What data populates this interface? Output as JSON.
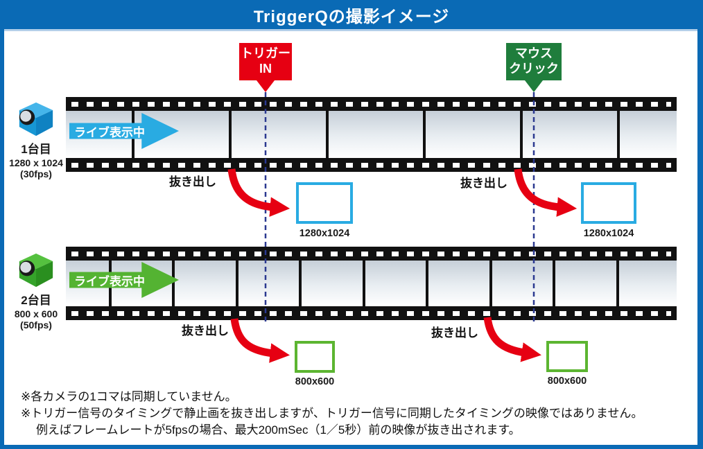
{
  "title": "TriggerQの撮影イメージ",
  "colors": {
    "title_bar_blue": "#0a6ab5",
    "accent_red": "#e60012",
    "accent_dark_green": "#1f7d3c",
    "camera1_cyan": "#29abe2",
    "camera2_green": "#5cb531",
    "dashed_line_navy": "#2b3990",
    "film_black": "#111111"
  },
  "markers": {
    "trigger_in": {
      "line1": "トリガー",
      "line2": "IN"
    },
    "mouse_click": {
      "line1": "マウス",
      "line2": "クリック"
    }
  },
  "cameras": [
    {
      "name": "1台目",
      "resolution": "1280 x 1024",
      "fps": "(30fps)",
      "live_label": "ライブ表示中"
    },
    {
      "name": "2台目",
      "resolution": "800 x 600",
      "fps": "(50fps)",
      "live_label": "ライブ表示中"
    }
  ],
  "extractions": [
    {
      "label": "抜き出し",
      "output_size": "1280x1024"
    },
    {
      "label": "抜き出し",
      "output_size": "1280x1024"
    },
    {
      "label": "抜き出し",
      "output_size": "800x600"
    },
    {
      "label": "抜き出し",
      "output_size": "800x600"
    }
  ],
  "notes": [
    "※各カメラの1コマは同期していません。",
    "※トリガー信号のタイミングで静止画を抜き出しますが、トリガー信号に同期したタイミングの映像ではありません。",
    "例えばフレームレートが5fpsの場合、最大200mSec（1／5秒）前の映像が抜き出されます。"
  ]
}
